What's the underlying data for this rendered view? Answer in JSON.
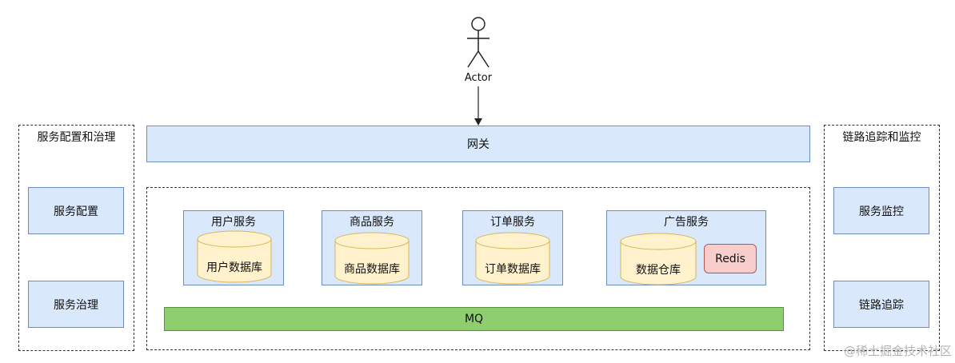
{
  "actor": {
    "label": "Actor"
  },
  "gateway": {
    "label": "网关"
  },
  "left_panel": {
    "title": "服务配置和治理",
    "items": [
      "服务配置",
      "服务治理"
    ]
  },
  "right_panel": {
    "title": "链路追踪和监控",
    "items": [
      "服务监控",
      "链路追踪"
    ]
  },
  "services": [
    {
      "title": "用户服务",
      "db": "用户数据库"
    },
    {
      "title": "商品服务",
      "db": "商品数据库"
    },
    {
      "title": "订单服务",
      "db": "订单数据库"
    },
    {
      "title": "广告服务",
      "db": "数据仓库",
      "cache": "Redis"
    }
  ],
  "mq": {
    "label": "MQ"
  },
  "watermark": "@稀土掘金技术社区",
  "colors": {
    "blue_fill": "#dae8fc",
    "blue_stroke": "#6c8ebf",
    "db_fill": "#fff2cc",
    "db_stroke": "#d6b656",
    "mq_fill": "#8fce6f",
    "redis_fill": "#f8cecc",
    "redis_stroke": "#b85450"
  }
}
